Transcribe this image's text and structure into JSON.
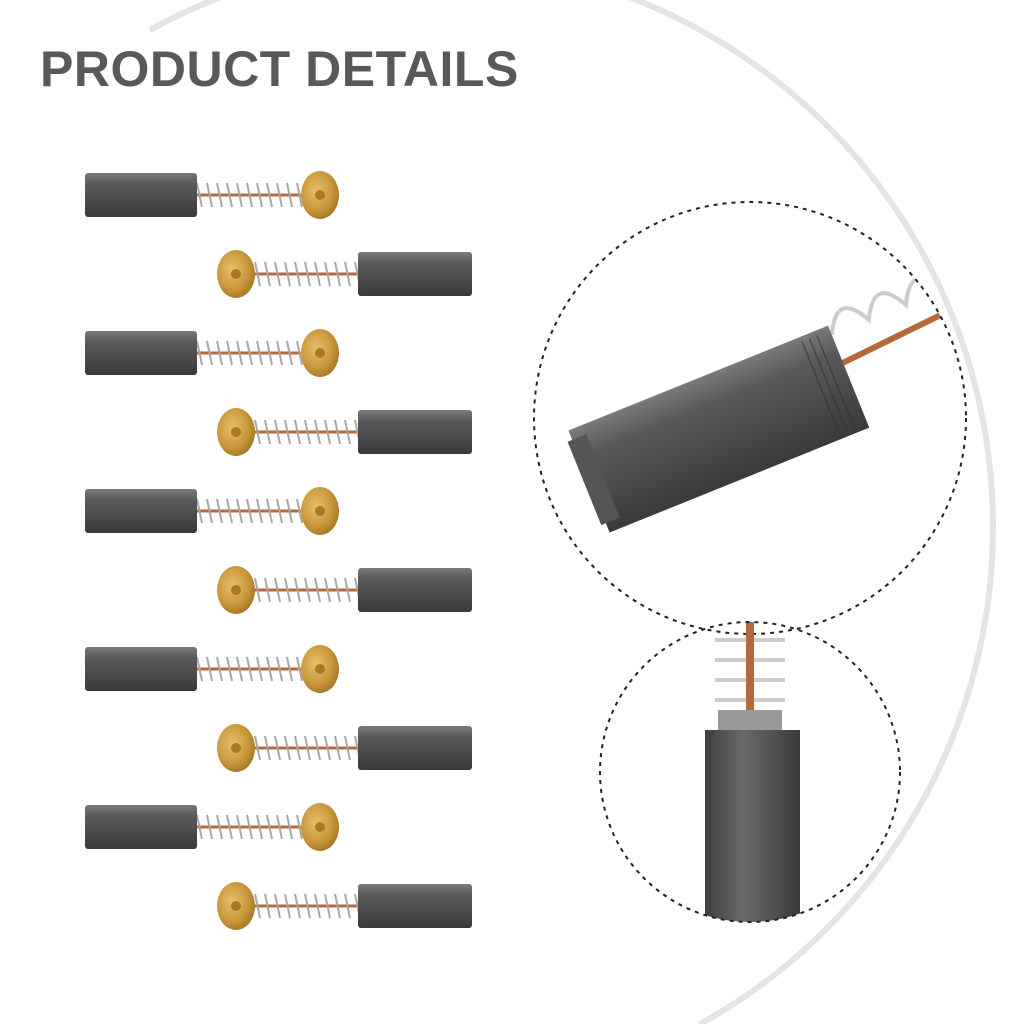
{
  "header": {
    "title": "PRODUCT DETAILS"
  },
  "product": {
    "item_icon": "carbon-brush-with-spring-icon",
    "quantity_shown": 10,
    "colors": {
      "carbon": "#4a4a4c",
      "cap": "#c9973a",
      "spring": "#b0b0b0",
      "copper": "#b5683a",
      "title": "#58595b"
    }
  },
  "detail_views": [
    {
      "name": "carbon-end-closeup"
    },
    {
      "name": "spring-end-closeup"
    }
  ]
}
